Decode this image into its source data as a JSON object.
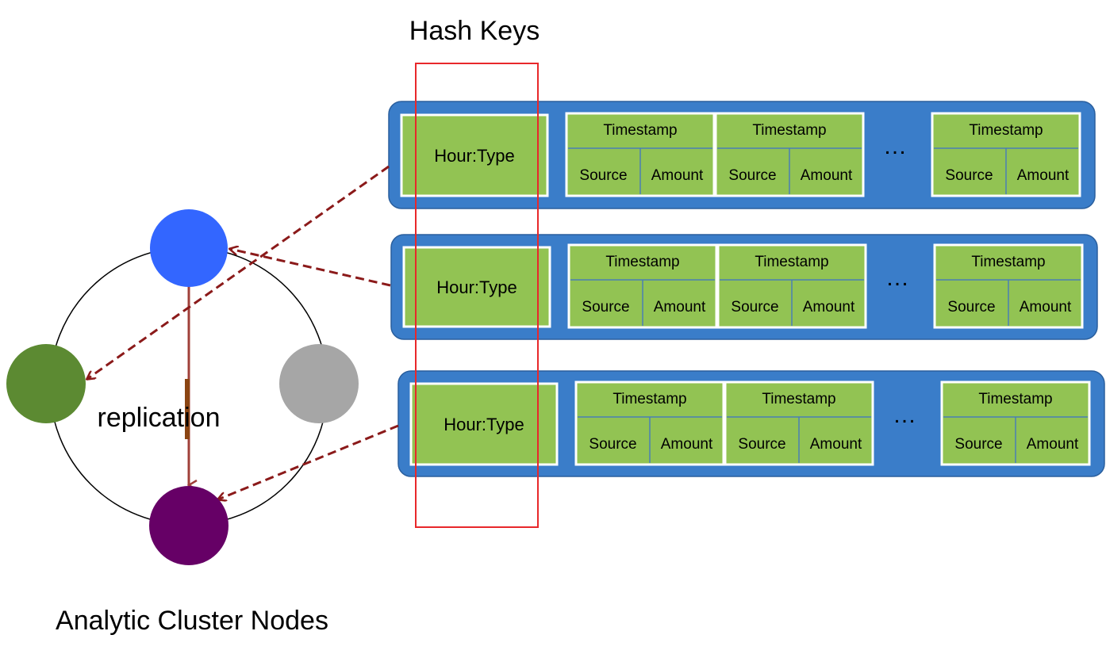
{
  "title": "Hash Keys",
  "cluster_label": "Analytic Cluster Nodes",
  "replication_label": "replication",
  "row_key_label": "Hour:Type",
  "column_header": "Timestamp",
  "column_left": "Source",
  "column_right": "Amount",
  "ellipsis": "…",
  "rows": [
    {
      "key": "Hour:Type",
      "cells": [
        {
          "header": "Timestamp",
          "left": "Source",
          "right": "Amount"
        },
        {
          "header": "Timestamp",
          "left": "Source",
          "right": "Amount"
        },
        {
          "header": "Timestamp",
          "left": "Source",
          "right": "Amount"
        }
      ]
    },
    {
      "key": "Hour:Type",
      "cells": [
        {
          "header": "Timestamp",
          "left": "Source",
          "right": "Amount"
        },
        {
          "header": "Timestamp",
          "left": "Source",
          "right": "Amount"
        },
        {
          "header": "Timestamp",
          "left": "Source",
          "right": "Amount"
        }
      ]
    },
    {
      "key": "Hour:Type",
      "cells": [
        {
          "header": "Timestamp",
          "left": "Source",
          "right": "Amount"
        },
        {
          "header": "Timestamp",
          "left": "Source",
          "right": "Amount"
        },
        {
          "header": "Timestamp",
          "left": "Source",
          "right": "Amount"
        }
      ]
    }
  ],
  "colors": {
    "row_band": "#3a7dc9",
    "cell_green": "#92c353",
    "hash_box": "#e8282b",
    "arrow": "#8b1a1a",
    "replication_line": "#a0403a",
    "node_blue": "#3366ff",
    "node_green": "#5c8a32",
    "node_gray": "#a6a6a6",
    "node_purple": "#660066"
  }
}
